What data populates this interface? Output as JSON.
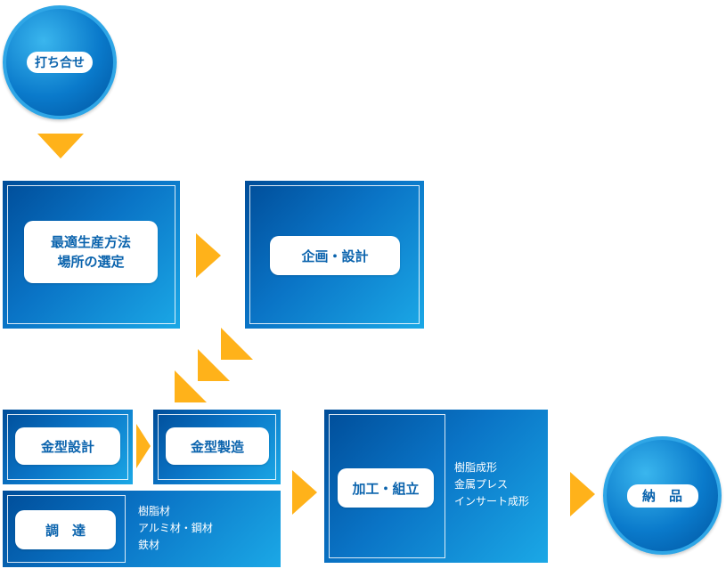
{
  "nodes": {
    "meeting": "打ち合せ",
    "optimal_line1": "最適生産方法",
    "optimal_line2": "場所の選定",
    "planning": "企画・設計",
    "mold_design": "金型設計",
    "mold_manufacturing": "金型製造",
    "procurement": "調　達",
    "processing": "加工・組立",
    "delivery": "納　品"
  },
  "notes": {
    "procurement": [
      "樹脂材",
      "アルミ材・鋼材",
      "鉄材"
    ],
    "processing": [
      "樹脂成形",
      "金属プレス",
      "インサート成形"
    ]
  },
  "colors": {
    "box_dark": "#004d99",
    "box_light": "#1ba8e6",
    "arrow": "#ffb21a",
    "label_text": "#0a63ad"
  }
}
